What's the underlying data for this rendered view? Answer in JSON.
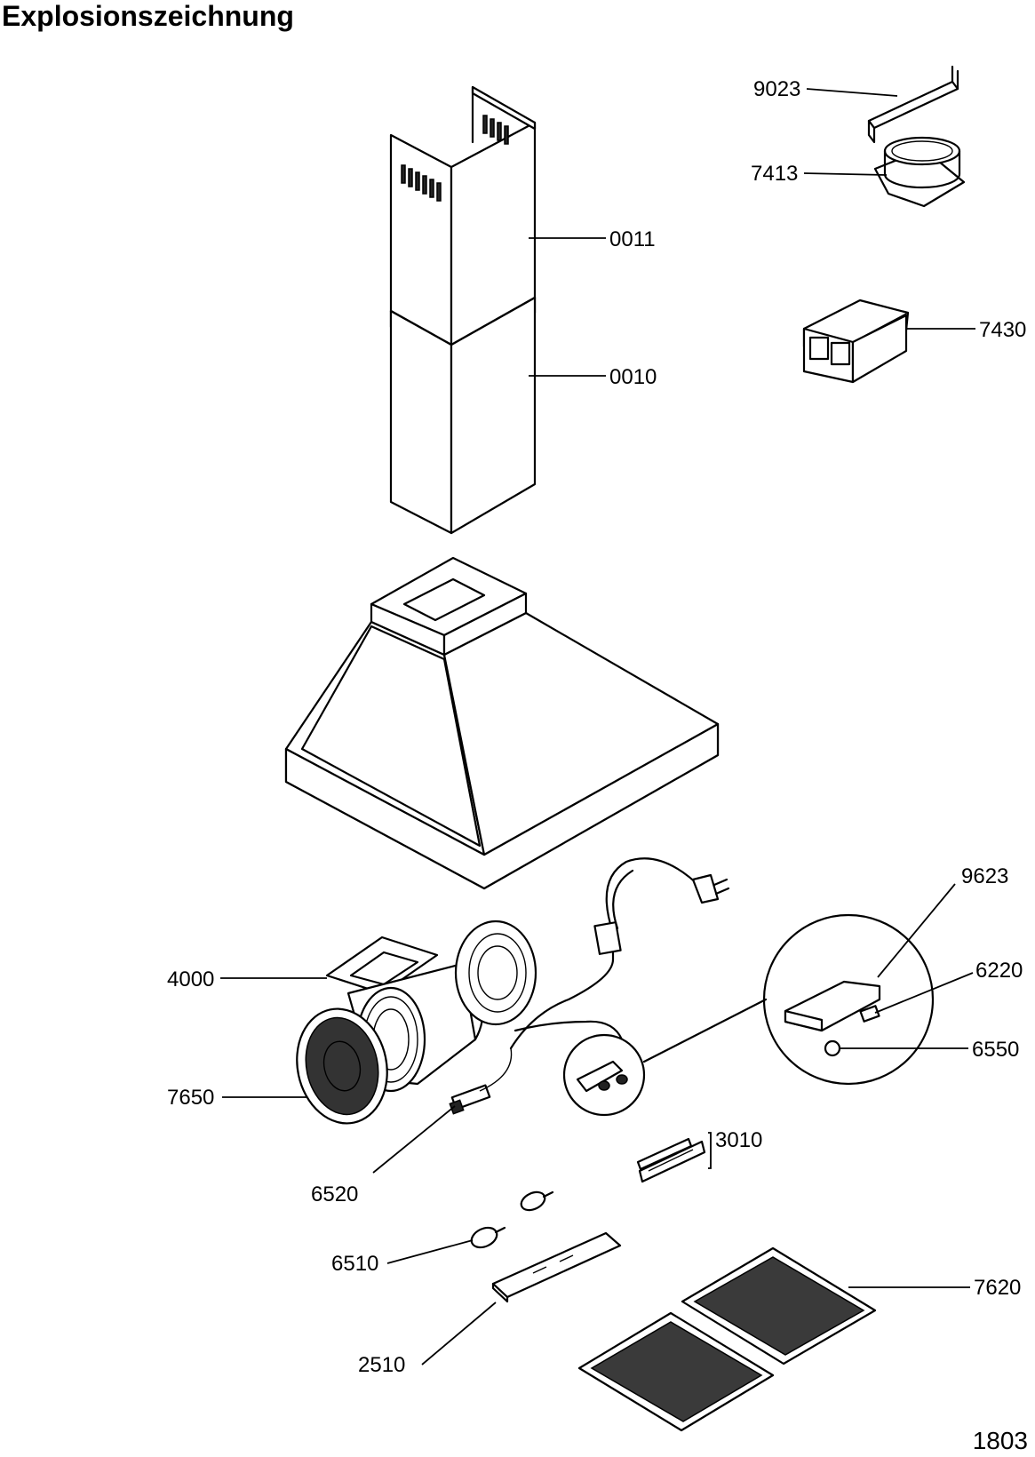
{
  "title": "Explosionszeichnung",
  "drawing_number": "1803",
  "parts": {
    "p9023": "9023",
    "p7413": "7413",
    "p0011": "0011",
    "p7430": "7430",
    "p0010": "0010",
    "p9623": "9623",
    "p4000": "4000",
    "p6220": "6220",
    "p6550": "6550",
    "p7650": "7650",
    "p3010": "3010",
    "p6520": "6520",
    "p6510": "6510",
    "p7620": "7620",
    "p2510": "2510"
  }
}
